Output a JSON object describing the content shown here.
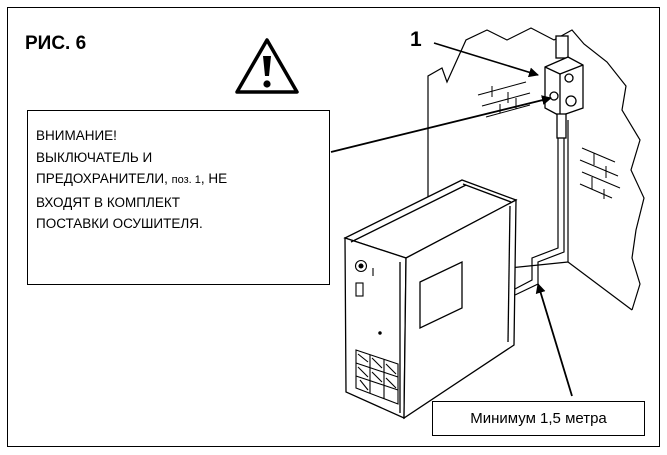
{
  "figure": {
    "title": "РИС. 6",
    "callout_number": "1"
  },
  "warning": {
    "line1": "ВНИМАНИЕ!",
    "line2": "ВЫКЛЮЧАТЕЛЬ И",
    "line3_a": "ПРЕДОХРАНИТЕЛИ, ",
    "line3_b": "поз. 1",
    "line3_c": ", НЕ",
    "line4": "ВХОДЯТ В КОМПЛЕКТ",
    "line5": "ПОСТАВКИ ОСУШИТЕЛЯ."
  },
  "distance_label": "Минимум 1,5 метра",
  "icons": {
    "warning": "warning-triangle-icon"
  }
}
